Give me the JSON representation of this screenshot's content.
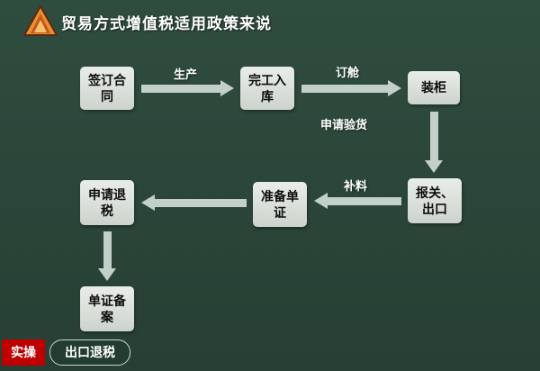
{
  "title": "贸易方式增值税适用政策来说",
  "flow": {
    "nodes": [
      {
        "label": "签订合同"
      },
      {
        "label": "完工入库"
      },
      {
        "label": "装柜"
      },
      {
        "label": "报关、出口"
      },
      {
        "label": "准备单证"
      },
      {
        "label": "申请退税"
      },
      {
        "label": "单证备案"
      }
    ],
    "labels": {
      "produce": "生产",
      "booking": "订舱",
      "inspection": "申请验货",
      "supplement": "补料"
    }
  },
  "footer": {
    "left_tab": "实操",
    "right_tab": "出口退税"
  },
  "colors": {
    "background": "#2b4639",
    "box_fill": "#dde2dd",
    "arrow": "#c3cfc9",
    "accent_red": "#c00000",
    "logo_orange": "#e8922d"
  }
}
